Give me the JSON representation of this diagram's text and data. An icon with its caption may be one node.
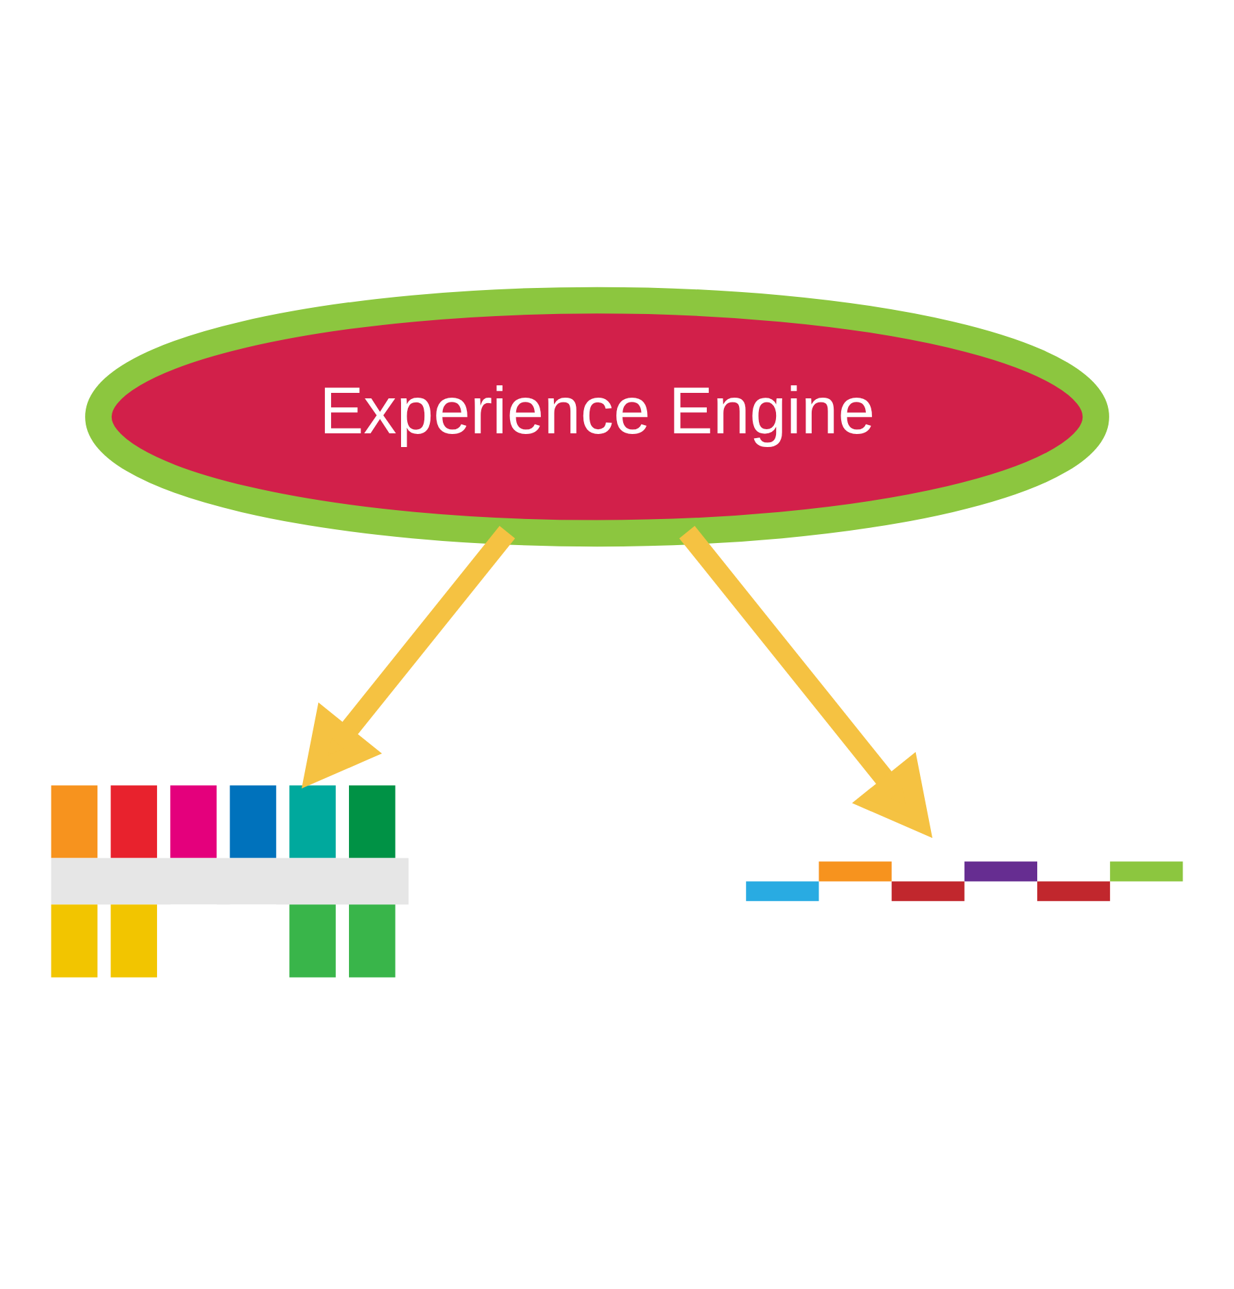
{
  "diagram": {
    "nodes": [
      {
        "text": [
          "Experience Engine"
        ]
      },
      {
        "text": [],
        "shape": "picture"
      },
      {
        "text": [],
        "shape": "picture"
      }
    ],
    "edges": [
      {
        "from": 0,
        "to": 1,
        "arrow": "to"
      },
      {
        "from": 0,
        "to": 2,
        "arrow": "to"
      }
    ]
  }
}
